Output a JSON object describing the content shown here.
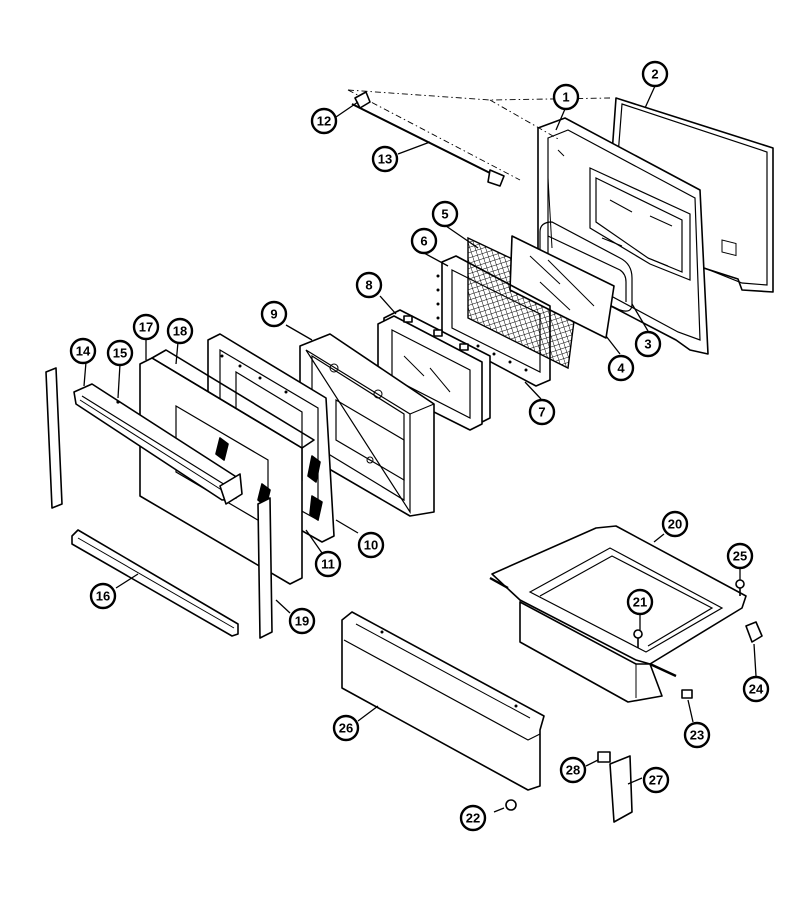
{
  "diagram": {
    "colors": {
      "line": "#000000",
      "background": "#ffffff"
    },
    "callouts": [
      {
        "id": "1",
        "label": "1"
      },
      {
        "id": "2",
        "label": "2"
      },
      {
        "id": "3",
        "label": "3"
      },
      {
        "id": "4",
        "label": "4"
      },
      {
        "id": "5",
        "label": "5"
      },
      {
        "id": "6",
        "label": "6"
      },
      {
        "id": "7",
        "label": "7"
      },
      {
        "id": "8",
        "label": "8"
      },
      {
        "id": "9",
        "label": "9"
      },
      {
        "id": "10",
        "label": "10"
      },
      {
        "id": "11",
        "label": "11"
      },
      {
        "id": "12",
        "label": "12"
      },
      {
        "id": "13",
        "label": "13"
      },
      {
        "id": "14",
        "label": "14"
      },
      {
        "id": "15",
        "label": "15"
      },
      {
        "id": "16",
        "label": "16"
      },
      {
        "id": "17",
        "label": "17"
      },
      {
        "id": "18",
        "label": "18"
      },
      {
        "id": "19",
        "label": "19"
      },
      {
        "id": "20",
        "label": "20"
      },
      {
        "id": "21",
        "label": "21"
      },
      {
        "id": "22",
        "label": "22"
      },
      {
        "id": "23",
        "label": "23"
      },
      {
        "id": "24",
        "label": "24"
      },
      {
        "id": "25",
        "label": "25"
      },
      {
        "id": "26",
        "label": "26"
      },
      {
        "id": "27",
        "label": "27"
      },
      {
        "id": "28",
        "label": "28"
      }
    ]
  }
}
